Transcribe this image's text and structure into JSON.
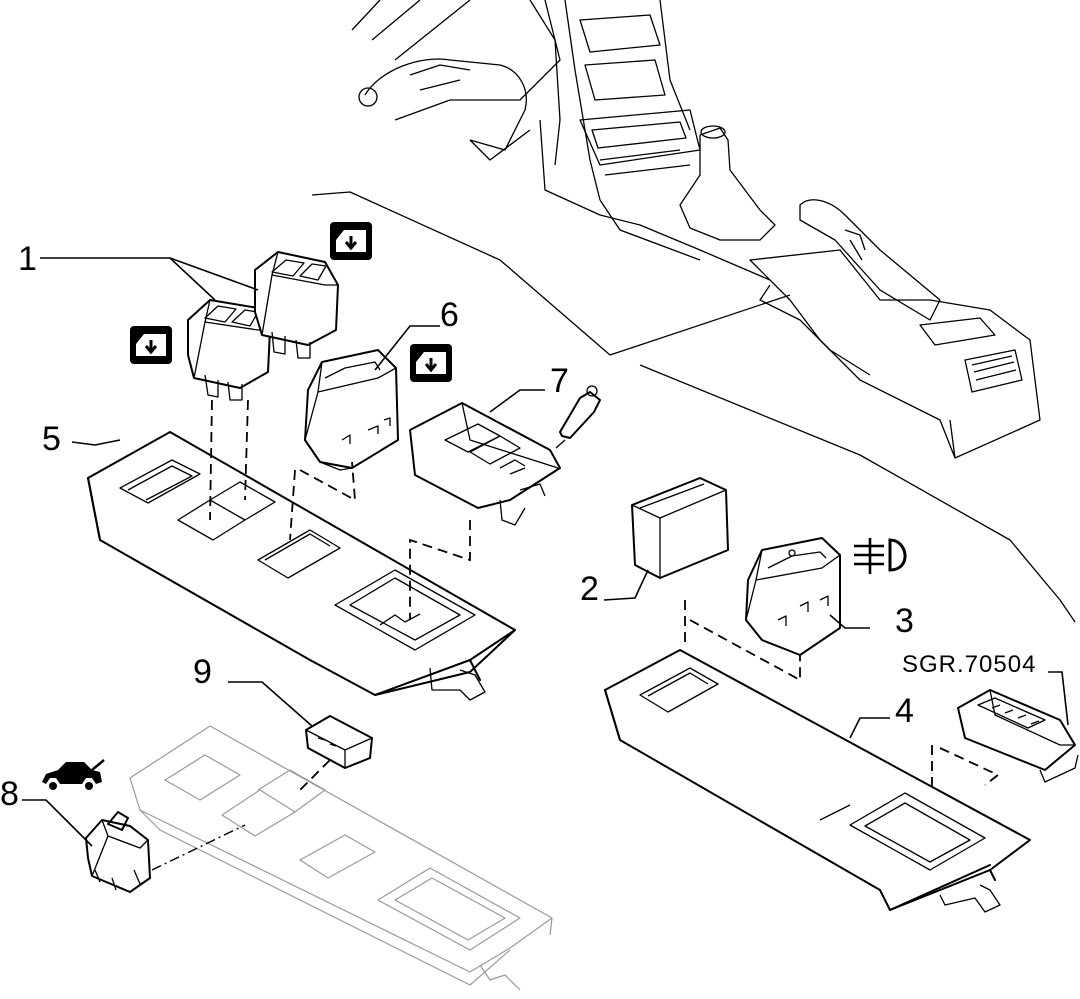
{
  "callouts": {
    "c1": "1",
    "c2": "2",
    "c3": "3",
    "c4": "4",
    "c5": "5",
    "c6": "6",
    "c7": "7",
    "c8": "8",
    "c9": "9"
  },
  "reference_code": "SGR.70504",
  "icons": {
    "window_lift": "window-lift-icon",
    "fog_light": "fog-light-icon",
    "car_boot": "car-boot-icon",
    "cigar_lighter": "cigar-lighter-icon"
  },
  "colors": {
    "line": "#000000",
    "ghost": "#9a9a9a",
    "background": "#ffffff"
  }
}
